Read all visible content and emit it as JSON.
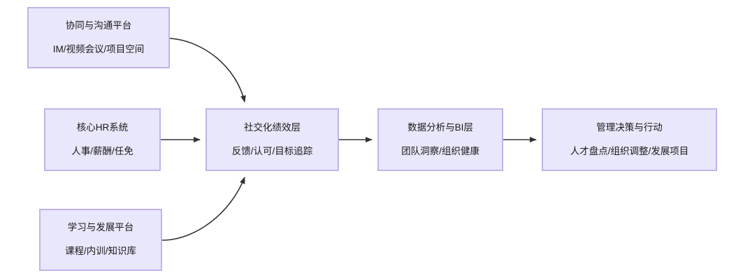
{
  "diagram": {
    "type": "flowchart",
    "direction": "left-to-right",
    "colors": {
      "node_fill": "#e9e7fb",
      "node_border": "#c3b2ec",
      "edge_stroke": "#333333",
      "text": "#1a1a1a",
      "background": "#ffffff"
    },
    "nodes": [
      {
        "id": "collab",
        "title": "协同与沟通平台",
        "subtitle": "IM/视频会议/项目空间"
      },
      {
        "id": "hr",
        "title": "核心HR系统",
        "subtitle": "人事/薪酬/任免"
      },
      {
        "id": "learning",
        "title": "学习与发展平台",
        "subtitle": "课程/内训/知识库"
      },
      {
        "id": "social",
        "title": "社交化绩效层",
        "subtitle": "反馈/认可/目标追踪"
      },
      {
        "id": "bi",
        "title": "数据分析与BI层",
        "subtitle": "团队洞察/组织健康"
      },
      {
        "id": "management",
        "title": "管理决策与行动",
        "subtitle": "人才盘点/组织调整/发展项目"
      }
    ],
    "edges": [
      {
        "id": "edge-collab-social",
        "from": "collab",
        "to": "social",
        "style": "curved",
        "label": ""
      },
      {
        "id": "edge-hr-social",
        "from": "hr",
        "to": "social",
        "style": "straight",
        "label": ""
      },
      {
        "id": "edge-learning-social",
        "from": "learning",
        "to": "social",
        "style": "curved",
        "label": ""
      },
      {
        "id": "edge-social-bi",
        "from": "social",
        "to": "bi",
        "style": "straight",
        "label": ""
      },
      {
        "id": "edge-bi-management",
        "from": "bi",
        "to": "management",
        "style": "straight",
        "label": ""
      }
    ]
  }
}
